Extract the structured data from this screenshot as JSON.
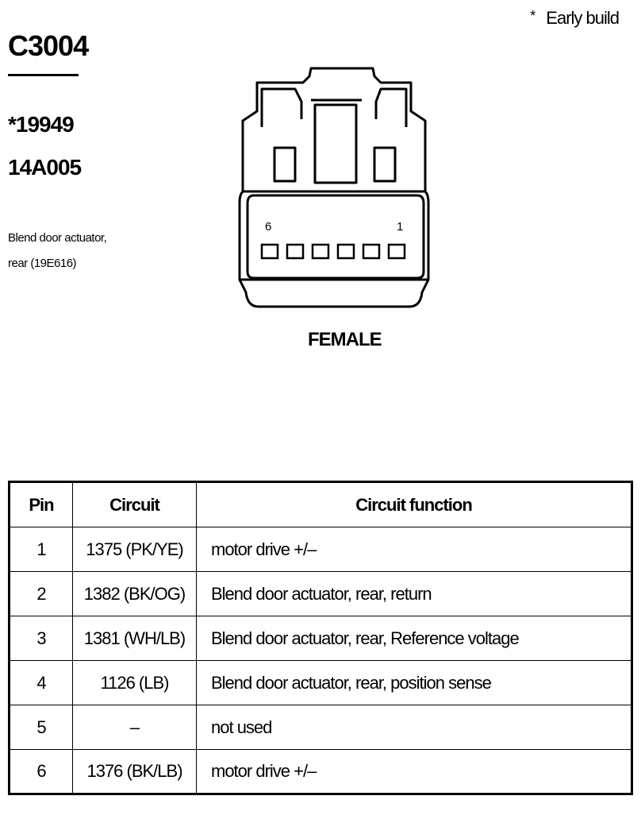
{
  "header": {
    "note_symbol": "*",
    "note_text": "Early build",
    "connector_id": "C3004",
    "part_numbers": [
      "*19949",
      "14A005"
    ],
    "description_lines": [
      "Blend door actuator,",
      "rear (19E616)"
    ]
  },
  "connector": {
    "pin_count": 6,
    "left_pin_label": "6",
    "right_pin_label": "1",
    "gender": "FEMALE"
  },
  "table": {
    "headers": [
      "Pin",
      "Circuit",
      "Circuit function"
    ],
    "rows": [
      {
        "pin": "1",
        "circuit": "1375 (PK/YE)",
        "function": "motor drive +/–"
      },
      {
        "pin": "2",
        "circuit": "1382 (BK/OG)",
        "function": "Blend door actuator, rear, return"
      },
      {
        "pin": "3",
        "circuit": "1381 (WH/LB)",
        "function": "Blend door actuator, rear, Reference voltage"
      },
      {
        "pin": "4",
        "circuit": "1126 (LB)",
        "function": "Blend door actuator, rear, position sense"
      },
      {
        "pin": "5",
        "circuit": "–",
        "function": "not used"
      },
      {
        "pin": "6",
        "circuit": "1376 (BK/LB)",
        "function": "motor drive +/–"
      }
    ]
  }
}
